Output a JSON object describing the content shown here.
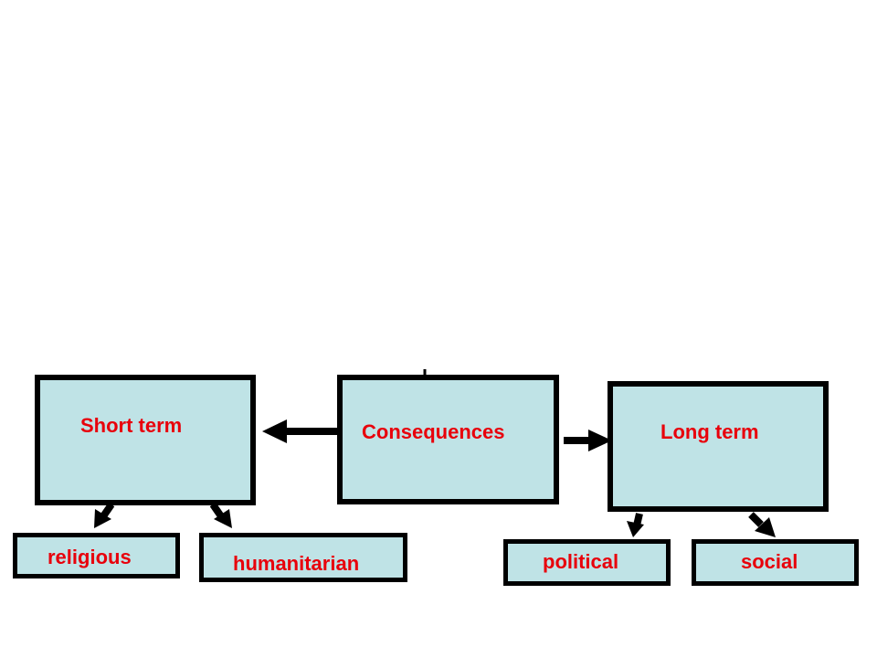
{
  "diagram": {
    "center": {
      "label": "Consequences"
    },
    "left": {
      "label": "Short term"
    },
    "right": {
      "label": "Long term"
    },
    "left_children": [
      {
        "label": "religious"
      },
      {
        "label": "humanitarian"
      }
    ],
    "right_children": [
      {
        "label": "political"
      },
      {
        "label": "social"
      }
    ]
  },
  "colors": {
    "box_fill": "#bfe3e6",
    "border": "#000000",
    "text": "#e8000b"
  }
}
